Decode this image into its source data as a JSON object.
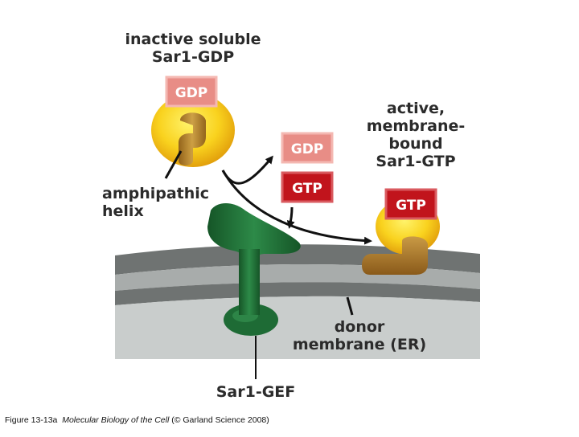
{
  "labels": {
    "inactive_line1": "inactive soluble",
    "inactive_line2": "Sar1-GDP",
    "active_line1": "active,",
    "active_line2": "membrane-",
    "active_line3": "bound",
    "active_line4": "Sar1-GTP",
    "helix_line1": "amphipathic",
    "helix_line2": "helix",
    "donor_line1": "donor",
    "donor_line2": "membrane (ER)",
    "gef": "Sar1-GEF"
  },
  "tags": {
    "gdp_on_inactive": "GDP",
    "gdp_released": "GDP",
    "gtp_incoming": "GTP",
    "gtp_on_active": "GTP"
  },
  "caption": {
    "figure": "Figure 13-13a",
    "book": "Molecular Biology of the Cell",
    "rest": "(© Garland Science 2008)"
  },
  "colors": {
    "gdp_fill": "#e88d86",
    "gtp_fill": "#c1141c",
    "sar1_yellow": "#f7c61a",
    "helix_brown": "#b8842e",
    "gef_green": "#1e6b35",
    "membrane_dark": "#6f7372",
    "membrane_light": "#c9cdcc"
  }
}
